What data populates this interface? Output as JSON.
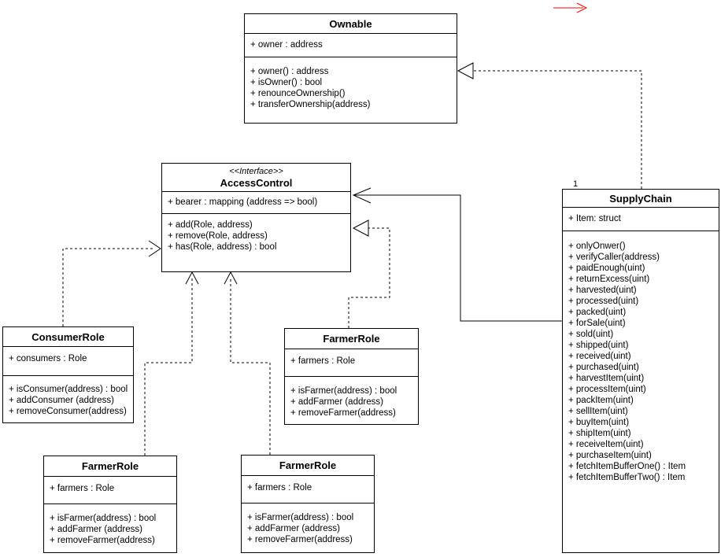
{
  "colors": {
    "background": "#ffffff",
    "line": "#000000",
    "accent_arrow": "#ff0000"
  },
  "classes": {
    "ownable": {
      "name": "Ownable",
      "attributes": [
        "+ owner : address"
      ],
      "methods": [
        "+ owner() : address",
        "+ isOwner() : bool",
        "+ renounceOwnership()",
        "+ transferOwnership(address)"
      ]
    },
    "accesscontrol": {
      "stereotype": "<<Interface>>",
      "name": "AccessControl",
      "attributes": [
        "+ bearer : mapping (address => bool)"
      ],
      "methods": [
        "+ add(Role, address)",
        "+ remove(Role, address)",
        "+ has(Role, address) : bool"
      ]
    },
    "supplychain": {
      "name": "SupplyChain",
      "multiplicity": "1",
      "attributes": [
        "+ Item: struct"
      ],
      "methods": [
        "+ onlyOnwer()",
        "+ verifyCaller(address)",
        "+ paidEnough(uint)",
        "+ returnExcess(uint)",
        "+ harvested(uint)",
        "+ processed(uint)",
        "+ packed(uint)",
        "+ forSale(uint)",
        "+ sold(uint)",
        "+ shipped(uint)",
        "+ received(uint)",
        "+ purchased(uint)",
        "+ harvestItem(uint)",
        "+ processItem(uint)",
        "+ packItem(uint)",
        "+ sellItem(uint)",
        "+ buyItem(uint)",
        "+ shipItem(uint)",
        "+ receiveItem(uint)",
        "+ purchaseItem(uint)",
        "+ fetchItemBufferOne() : Item",
        "+ fetchItemBufferTwo() : Item"
      ]
    },
    "consumerrole": {
      "name": "ConsumerRole",
      "attributes": [
        "+ consumers : Role"
      ],
      "methods": [
        "+ isConsumer(address) : bool",
        "+ addConsumer (address)",
        "+ removeConsumer(address)"
      ]
    },
    "farmerrole_middle": {
      "name": "FarmerRole",
      "attributes": [
        "+ farmers : Role"
      ],
      "methods": [
        "+ isFarmer(address) : bool",
        "+ addFarmer (address)",
        "+ removeFarmer(address)"
      ]
    },
    "farmerrole_bottom_left": {
      "name": "FarmerRole",
      "attributes": [
        "+ farmers : Role"
      ],
      "methods": [
        "+ isFarmer(address) : bool",
        "+ addFarmer (address)",
        "+ removeFarmer(address)"
      ]
    },
    "farmerrole_bottom_center": {
      "name": "FarmerRole",
      "attributes": [
        "+ farmers : Role"
      ],
      "methods": [
        "+ isFarmer(address) : bool",
        "+ addFarmer (address)",
        "+ removeFarmer(address)"
      ]
    }
  },
  "relationships": [
    {
      "type": "realization",
      "from": "SupplyChain",
      "to": "Ownable",
      "style": "dashed-hollow-triangle"
    },
    {
      "type": "association",
      "from": "SupplyChain",
      "to": "AccessControl",
      "style": "solid-open-arrow"
    },
    {
      "type": "realization",
      "from": "FarmerRole (middle)",
      "to": "AccessControl",
      "style": "dashed-hollow-triangle"
    },
    {
      "type": "dependency",
      "from": "ConsumerRole",
      "to": "AccessControl",
      "style": "dashed-open-arrow"
    },
    {
      "type": "dependency",
      "from": "FarmerRole (bottom left)",
      "to": "AccessControl",
      "style": "dashed-open-arrow"
    },
    {
      "type": "dependency",
      "from": "FarmerRole (bottom center)",
      "to": "AccessControl",
      "style": "dashed-open-arrow"
    },
    {
      "type": "annotation-arrow",
      "from": "",
      "to": "",
      "style": "red-open-arrow"
    }
  ]
}
